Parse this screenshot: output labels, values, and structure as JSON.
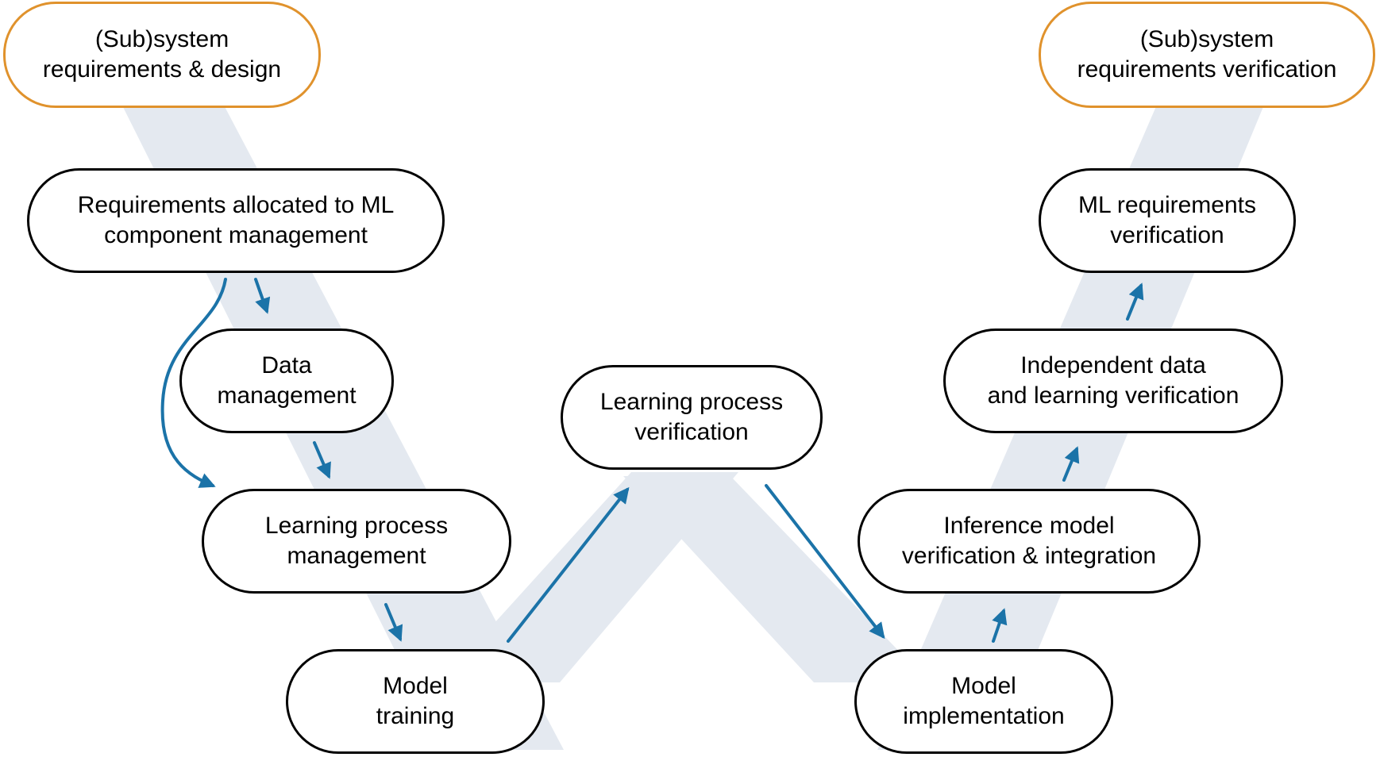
{
  "colors": {
    "band": "#e4e9f0",
    "arrow": "#1b73a8",
    "box_border": "#000000",
    "top_box_border": "#e0922c"
  },
  "nodes": {
    "subsystem_design": {
      "line1": "(Sub)system",
      "line2": "requirements & design"
    },
    "subsystem_verification": {
      "line1": "(Sub)system",
      "line2": "requirements verification"
    },
    "req_allocated": {
      "line1": "Requirements allocated to ML",
      "line2": "component management"
    },
    "data_management": {
      "line1": "Data",
      "line2": "management"
    },
    "learning_process_management": {
      "line1": "Learning process",
      "line2": "management"
    },
    "model_training": {
      "line1": "Model",
      "line2": "training"
    },
    "learning_process_verification": {
      "line1": "Learning process",
      "line2": "verification"
    },
    "model_implementation": {
      "line1": "Model",
      "line2": "implementation"
    },
    "inference_model_verification": {
      "line1": "Inference model",
      "line2": "verification & integration"
    },
    "independent_verification": {
      "line1": "Independent data",
      "line2": "and learning verification"
    },
    "ml_requirements_verification": {
      "line1": "ML requirements",
      "line2": "verification"
    }
  }
}
